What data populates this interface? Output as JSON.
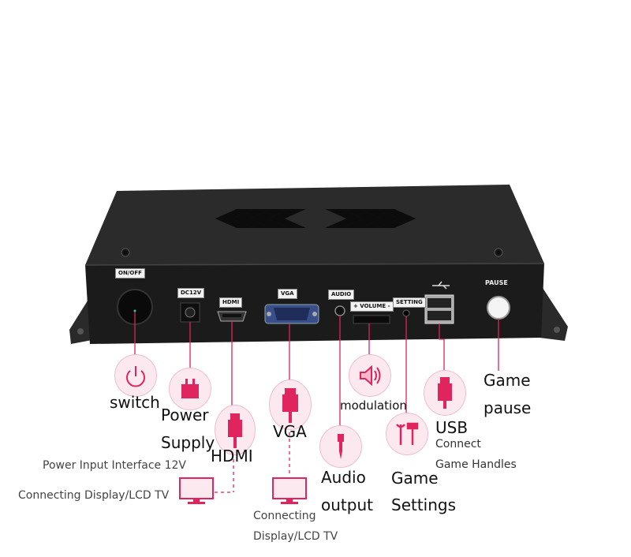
{
  "panel": {
    "on_off": "ON/OFF",
    "dc12v": "DC12V",
    "hdmi": "HDMI",
    "vga": "VGA",
    "audio": "AUDIO",
    "volume": "+ VOLUME -",
    "setting": "SETTING",
    "pause": "PAUSE"
  },
  "labels": {
    "switch": "switch",
    "power_line1": "Power",
    "power_line2": "Supply",
    "hdmi": "HDMI",
    "vga": "VGA",
    "modulation": "modulation",
    "audio_line1": "Audio",
    "audio_line2": "output",
    "game_settings_line1": "Game",
    "game_settings_line2": "Settings",
    "usb": "USB",
    "usb_desc_line1": "Connect",
    "usb_desc_line2": "Game Handles",
    "pause_line1": "Game",
    "pause_line2": "pause",
    "power_input": "Power Input Interface 12V",
    "display_left": "Connecting Display/LCD TV",
    "display_mid_line1": "Connecting",
    "display_mid_line2": "Display/LCD TV"
  },
  "colors": {
    "accent": "#e0245e",
    "icon_bg": "#fbe9ef",
    "box": "#1b1b1b"
  },
  "icons": [
    "power-icon",
    "plug-icon",
    "hdmi-plug-icon",
    "vga-plug-icon",
    "speaker-icon",
    "audio-jack-icon",
    "tools-icon",
    "usb-plug-icon",
    "monitor-icon"
  ]
}
